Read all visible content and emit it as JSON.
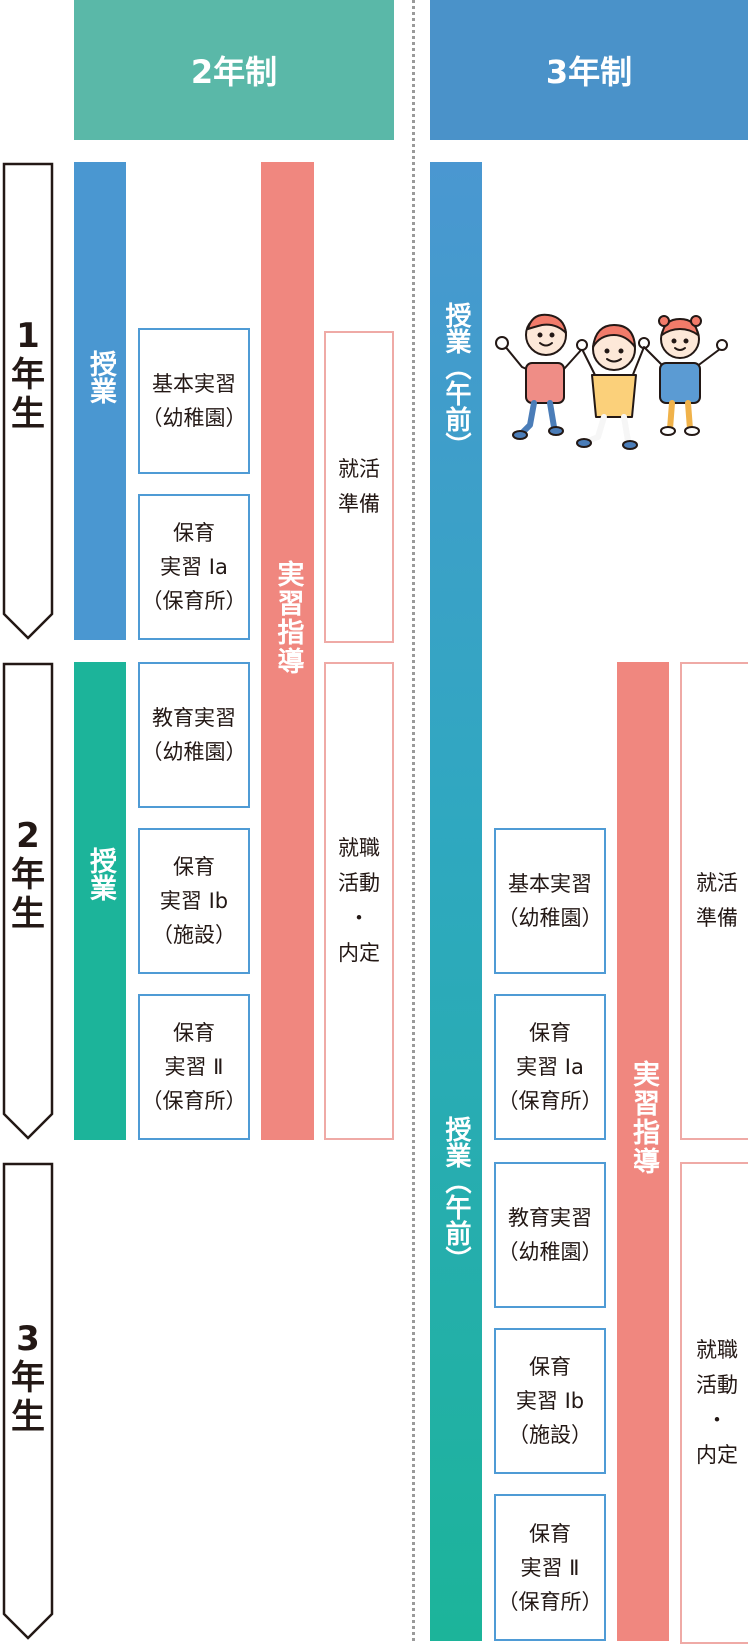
{
  "colors": {
    "green_header": "#5ab8a8",
    "blue_header": "#4a92c9",
    "blue_bar": "#4a97d1",
    "teal_bar": "#1cb49a",
    "salmon_bar": "#f0877f",
    "blue_border": "#4f9bd5",
    "pink_border": "#efaaa6"
  },
  "years": [
    {
      "label_num": "1",
      "label_nen": "年",
      "label_sei": "生"
    },
    {
      "label_num": "2",
      "label_nen": "年",
      "label_sei": "生"
    },
    {
      "label_num": "3",
      "label_nen": "年",
      "label_sei": "生"
    }
  ],
  "two_year": {
    "header": "2年制",
    "y1_class_label": "授業",
    "y2_class_label": "授業",
    "guidance_label": "実習指導",
    "boxes": [
      "基本実習\n（幼稚園）",
      "保育\n実習 Ⅰa\n（保育所）",
      "教育実習\n（幼稚園）",
      "保育\n実習 Ⅰb\n（施設）",
      "保育\n実習 Ⅱ\n（保育所）"
    ],
    "job_prep": "就活\n準備",
    "job_hunt": "就職\n活動\n・\n内定"
  },
  "three_year": {
    "header": "3年制",
    "class_label_top": "授業（午前）",
    "class_label_bottom": "授業（午前）",
    "guidance_label": "実習指導",
    "boxes": [
      "基本実習\n（幼稚園）",
      "保育\n実習 Ⅰa\n（保育所）",
      "教育実習\n（幼稚園）",
      "保育\n実習 Ⅰb\n（施設）",
      "保育\n実習 Ⅱ\n（保育所）"
    ],
    "job_prep": "就活\n準備",
    "job_hunt": "就職\n活動\n・\n内定"
  },
  "illustration": "children-holding-hands"
}
